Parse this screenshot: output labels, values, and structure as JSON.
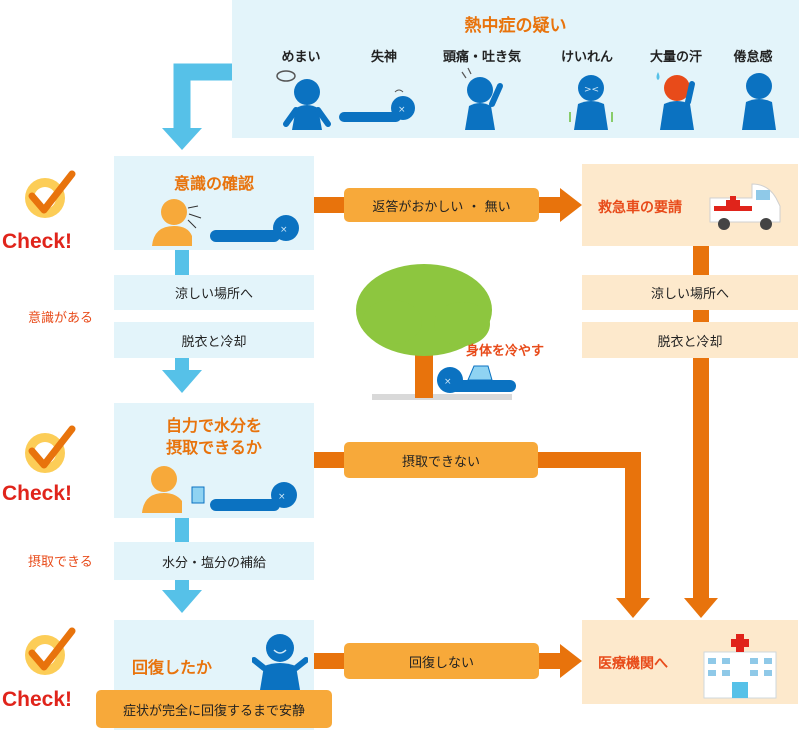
{
  "symptoms": {
    "title": "熱中症の疑い",
    "items": [
      "めまい",
      "失神",
      "頭痛・吐き気",
      "けいれん",
      "大量の汗",
      "倦怠感"
    ]
  },
  "check_label": "Check!",
  "step1": {
    "title": "意識の確認",
    "no_branch": "返答がおかしい ・ 無い",
    "side_label": "意識がある",
    "actions": [
      "涼しい場所へ",
      "脱衣と冷却"
    ]
  },
  "ambulance": {
    "title": "救急車の要請",
    "actions": [
      "涼しい場所へ",
      "脱衣と冷却"
    ]
  },
  "tree_label": "身体を冷やす",
  "step2": {
    "title_line1": "自力で水分を",
    "title_line2": "摂取できるか",
    "no_branch": "摂取できない",
    "side_label": "摂取できる",
    "action": "水分・塩分の補給"
  },
  "step3": {
    "title": "回復したか",
    "no_branch": "回復しない",
    "note": "症状が完全に回復するまで安静"
  },
  "hospital": {
    "title": "医療機関へ"
  },
  "colors": {
    "blue": "#0b72c1",
    "orange": "#e8730c",
    "light_blue": "#e3f4fa",
    "light_orange": "#fde9cc",
    "arrow_blue": "#56c1e8",
    "check_red": "#e0241b"
  }
}
